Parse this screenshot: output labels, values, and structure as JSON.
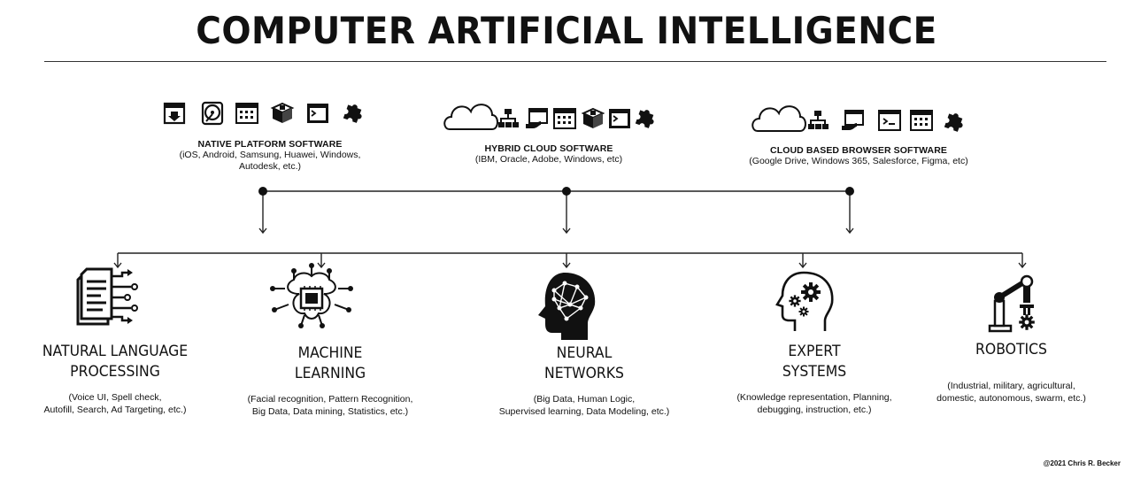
{
  "title": "COMPUTER ARTIFICIAL INTELLIGENCE",
  "platforms": [
    {
      "title": "NATIVE PLATFORM SOFTWARE",
      "desc_lines": [
        "(iOS, Android, Samsung, Huawei, Windows,",
        "Autodesk, etc.)"
      ],
      "icons": [
        "download-window-icon",
        "hard-disk-icon",
        "app-grid-window-icon",
        "package-box-icon",
        "terminal-icon",
        "puzzle-piece-icon"
      ]
    },
    {
      "title": "HYBRID CLOUD SOFTWARE",
      "desc_lines": [
        "(IBM, Oracle, Adobe, Windows, etc)"
      ],
      "icons": [
        "cloud-icon",
        "network-icon",
        "window-hand-icon",
        "app-grid-window-icon",
        "package-box-icon",
        "terminal-icon",
        "puzzle-piece-icon"
      ]
    },
    {
      "title": "CLOUD BASED BROWSER SOFTWARE",
      "desc_lines": [
        "(Google Drive, Windows 365, Salesforce, Figma, etc)"
      ],
      "icons": [
        "cloud-icon",
        "network-icon",
        "window-hand-icon",
        "code-window-icon",
        "app-grid-window-icon",
        "puzzle-piece-icon"
      ]
    }
  ],
  "categories": [
    {
      "title_lines": [
        "NATURAL LANGUAGE",
        "PROCESSING"
      ],
      "desc_lines": [
        "(Voice UI, Spell check,",
        "Autofill, Search, Ad Targeting, etc.)"
      ],
      "icon": "document-network-icon"
    },
    {
      "title_lines": [
        "MACHINE",
        "LEARNING"
      ],
      "desc_lines": [
        "(Facial recognition, Pattern Recognition,",
        "Big Data, Data mining, Statistics, etc.)"
      ],
      "icon": "brain-chip-icon"
    },
    {
      "title_lines": [
        "NEURAL",
        "NETWORKS"
      ],
      "desc_lines": [
        "(Big Data, Human Logic,",
        "Supervised learning, Data Modeling, etc.)"
      ],
      "icon": "head-network-icon"
    },
    {
      "title_lines": [
        "EXPERT",
        "SYSTEMS"
      ],
      "desc_lines": [
        "(Knowledge representation, Planning,",
        "debugging, instruction, etc.)"
      ],
      "icon": "head-gears-icon"
    },
    {
      "title_lines": [
        "ROBOTICS"
      ],
      "desc_lines": [
        "(Industrial, military, agricultural,",
        "domestic, autonomous, swarm, etc.)"
      ],
      "icon": "robot-arm-icon"
    }
  ],
  "credit": "@2021 Chris R. Becker"
}
